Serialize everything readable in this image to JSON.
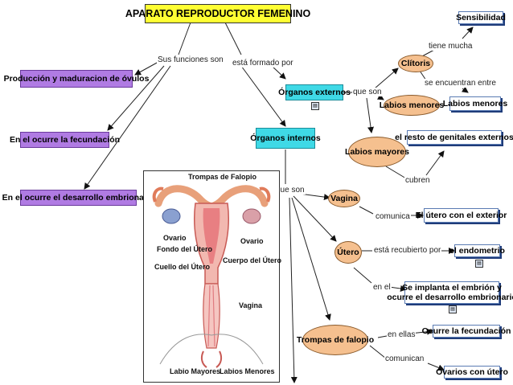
{
  "title": "APARATO REPRODUCTOR FEMENINO",
  "left_nodes": [
    "Producción y maduracion de óvulos",
    "En el ocurre la fecundación",
    "En el ocurre el desarrollo embrionario"
  ],
  "nodes": {
    "organos_externos": "Órganos externos",
    "organos_internos": "Órganos internos",
    "clitoris": "Clítoris",
    "sensibilidad": "Sensibilidad",
    "labios_menores_oval": "Labios menores",
    "labios_menores_box": "Labios menores",
    "labios_mayores": "Labios mayores",
    "resto_genitales": "el resto de genitales externos",
    "vagina": "Vagina",
    "utero_exterior": "El útero con el exterior",
    "utero": "Útero",
    "endometrio": "el endometrio",
    "implanta_l1": "Se implanta el embrión y",
    "implanta_l2": "ocurre el desarrollo embrionario",
    "trompas": "Trompas de falopio",
    "ocurre_fecundacion": "Ocurre la fecundación",
    "ovarios_utero": "Ovarios con útero"
  },
  "links": {
    "sus_funciones": "Sus funciones son",
    "esta_formado": "está formado por",
    "que_son_ext": "que son",
    "tiene_mucha": "tiene mucha",
    "se_encuentran": "se encuentran entre",
    "cubren": "cubren",
    "que_son_int": "que son",
    "comunica": "comunica",
    "recubierto": "está recubierto por",
    "en_el": "en el",
    "en_ellas": "en ellas",
    "comunican": "comunican"
  },
  "image_labels": {
    "trompas": "Trompas de Falopio",
    "ovario_l": "Ovario",
    "ovario_r": "Ovario",
    "fondo": "Fondo del Útero",
    "cuello": "Cuello del Útero",
    "cuerpo": "Cuerpo del Útero",
    "vagina": "Vagina",
    "labios_mayores": "Labio Mayores",
    "labios_menores": "Labios Menores"
  },
  "colors": {
    "title_bg": "#ffff33",
    "purple": "#b07be3",
    "cyan": "#3fd9e6",
    "oval": "#f5c08f",
    "box_shadow": "#1f3c7a"
  }
}
